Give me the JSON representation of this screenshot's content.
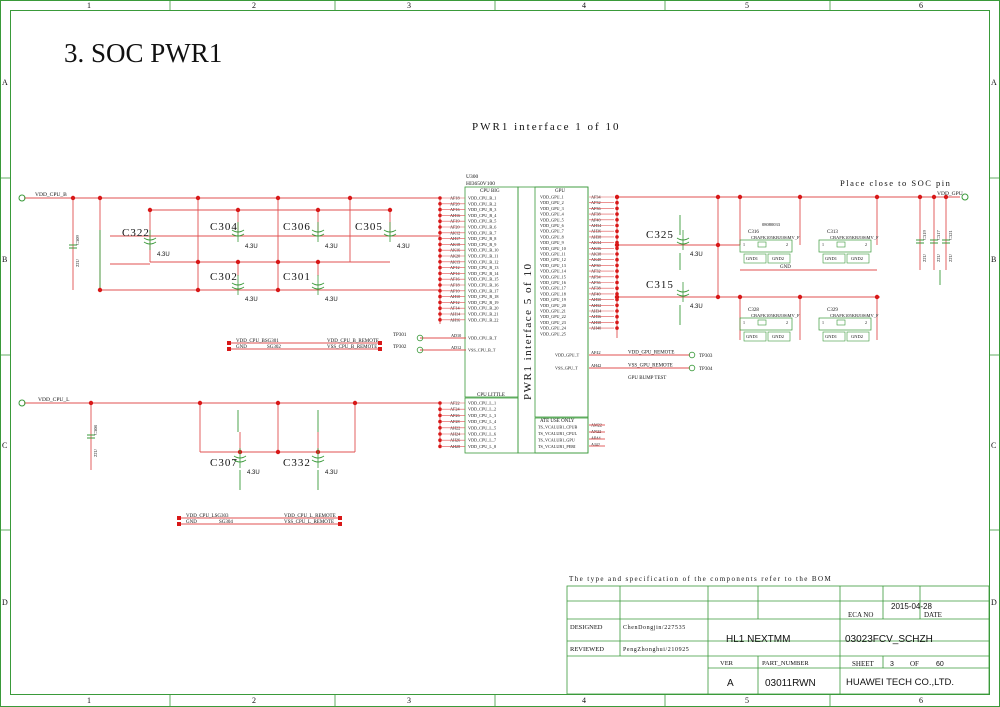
{
  "sheet": {
    "title": "3. SOC PWR1",
    "subtitle": "PWR1 interface 1 of 10",
    "note_place": "Place close to SOC pin",
    "col_labels": [
      "1",
      "2",
      "3",
      "4",
      "5",
      "6"
    ],
    "row_labels": [
      "A",
      "B",
      "C",
      "D"
    ]
  },
  "nets": {
    "vdd_cpu_b": "VDD_CPU_B",
    "vdd_cpu_l": "VDD_CPU_L",
    "vdd_gpu": "VDD_GPU",
    "gnd": "GND"
  },
  "chip": {
    "ref": "U300",
    "part": "HI3650V100",
    "interface_label": "PWR1 interface 5 of 10",
    "block_cpu_big": "CPU BIG",
    "block_gpu": "GPU",
    "block_cpu_little": "CPU LITTLE",
    "block_ate": "ATE USE ONLY",
    "cpu_b_pins": [
      "AF18",
      "AF20",
      "AF16",
      "AH16",
      "AF19",
      "AF20",
      "AK12",
      "AH17",
      "AK18",
      "AK16",
      "AK20",
      "AK13",
      "AF12",
      "AF14",
      "AF16",
      "AF18",
      "AF10",
      "AH10",
      "AF12",
      "AF14",
      "AH14",
      "AH16"
    ],
    "cpu_b_nets": [
      "VDD_CPU_B_1",
      "VDD_CPU_B_2",
      "VDD_CPU_B_3",
      "VDD_CPU_B_4",
      "VDD_CPU_B_5",
      "VDD_CPU_B_6",
      "VDD_CPU_B_7",
      "VDD_CPU_B_8",
      "VDD_CPU_B_9",
      "VDD_CPU_B_10",
      "VDD_CPU_B_11",
      "VDD_CPU_B_12",
      "VDD_CPU_B_13",
      "VDD_CPU_B_14",
      "VDD_CPU_B_15",
      "VDD_CPU_B_16",
      "VDD_CPU_B_17",
      "VDD_CPU_B_18",
      "VDD_CPU_B_19",
      "VDD_CPU_B_20",
      "VDD_CPU_B_21",
      "VDD_CPU_B_22"
    ],
    "cpu_b_sense": [
      {
        "pin": "AD10",
        "net": "VDD_CPU_B_T"
      },
      {
        "pin": "AD12",
        "net": "VSS_CPU_B_T"
      }
    ],
    "gpu_pins": [
      "AF34",
      "AF32",
      "AF36",
      "AF38",
      "AF40",
      "AH34",
      "AH36",
      "AH38",
      "AK34",
      "AK36",
      "AK38",
      "AK40",
      "AF30",
      "AF32",
      "AF34",
      "AF36",
      "AF38",
      "AF40",
      "AH30",
      "AH32",
      "AH34",
      "AH36",
      "AH38",
      "AH40"
    ],
    "gpu_nets": [
      "VDD_GPU_1",
      "VDD_GPU_2",
      "VDD_GPU_3",
      "VDD_GPU_4",
      "VDD_GPU_5",
      "VDD_GPU_6",
      "VDD_GPU_7",
      "VDD_GPU_8",
      "VDD_GPU_9",
      "VDD_GPU_10",
      "VDD_GPU_11",
      "VDD_GPU_12",
      "VDD_GPU_13",
      "VDD_GPU_14",
      "VDD_GPU_15",
      "VDD_GPU_16",
      "VDD_GPU_17",
      "VDD_GPU_18",
      "VDD_GPU_19",
      "VDD_GPU_20",
      "VDD_GPU_21",
      "VDD_GPU_22",
      "VDD_GPU_23",
      "VDD_GPU_24",
      "VDD_GPU_25"
    ],
    "gpu_sense": [
      {
        "pin": "AF42",
        "net": "VDD_GPU_T"
      },
      {
        "pin": "AH42",
        "net": "VSS_GPU_T"
      }
    ],
    "cpu_l_pins": [
      "AF22",
      "AF24",
      "AF26",
      "AF28",
      "AH22",
      "AH24",
      "AH26",
      "AH28"
    ],
    "cpu_l_nets": [
      "VDD_CPU_L_1",
      "VDD_CPU_L_2",
      "VDD_CPU_L_3",
      "VDD_CPU_L_4",
      "VDD_CPU_L_5",
      "VDD_CPU_L_6",
      "VDD_CPU_L_7",
      "VDD_CPU_L_8"
    ],
    "ate_pins": [
      "AM22",
      "AN22",
      "AP44",
      "AJ42"
    ],
    "ate_nets": [
      "TS_VCALUB1_CPUB",
      "TS_VCALUB1_CPUL",
      "TS_VCALUB1_GPU",
      "TS_VCALUB1_PERI"
    ]
  },
  "caps": [
    {
      "ref": "C322",
      "val": "4.3U"
    },
    {
      "ref": "C304",
      "val": "4.3U"
    },
    {
      "ref": "C306",
      "val": "4.3U"
    },
    {
      "ref": "C305",
      "val": "4.3U"
    },
    {
      "ref": "C302",
      "val": "4.3U"
    },
    {
      "ref": "C301",
      "val": "4.3U"
    },
    {
      "ref": "C325",
      "val": "4.3U"
    },
    {
      "ref": "C315",
      "val": "4.3U"
    },
    {
      "ref": "C307",
      "val": "4.3U"
    },
    {
      "ref": "C332",
      "val": "4.3U"
    }
  ],
  "small_caps": [
    {
      "ref": "C309",
      "val": "22U"
    },
    {
      "ref": "C308",
      "val": "22U"
    },
    {
      "ref": "C319",
      "val": "22U"
    },
    {
      "ref": "C317",
      "val": "22U"
    },
    {
      "ref": "C321",
      "val": "22U"
    }
  ],
  "sensors": [
    {
      "ref": "C316",
      "part": "CBAFK105KBJ106MV_F"
    },
    {
      "ref": "C313",
      "part": "CBAFK105KBJ106MV_F"
    },
    {
      "ref": "C328",
      "part": "CBAFK105KBJ106MV_F"
    },
    {
      "ref": "C329",
      "part": "CBAFK105KBJ106MV_F"
    }
  ],
  "misc_labels": {
    "code": "08080033",
    "gnd1": "GND1",
    "gnd2": "GND2",
    "gpu_bump_test": "GPU BUMP TEST"
  },
  "test_points": [
    {
      "ref": "TP301",
      "net": "VDD_CPU_B_T"
    },
    {
      "ref": "TP302",
      "net": "VSS_CPU_B_T"
    },
    {
      "ref": "TP303",
      "net": "VDD_GPU_REMOTE"
    },
    {
      "ref": "TP304",
      "net": "VSS_GPU_REMOTE"
    }
  ],
  "remote_b": {
    "l1": "VDD_CPU_BSG301",
    "l2": "GND",
    "sg": "SG302",
    "r1": "VDD_CPU_B_REMOTE",
    "r2": "VSS_CPU_B_REMOTE"
  },
  "remote_l": {
    "l1": "VDD_CPU_LSG303",
    "l2": "GND",
    "sg": "SG304",
    "r1": "VDD_CPU_L_REMOTE",
    "r2": "VSS_CPU_L_REMOTE"
  },
  "title_block": {
    "note": "The type and specification of the components refer to the BOM",
    "date": "2015-04-28",
    "eca_no": "ECA NO",
    "date_label": "DATE",
    "designed_label": "DESIGNED",
    "designed_by": "ChenDongjin/227535",
    "reviewed_label": "REVIEWED",
    "reviewed_by": "PengZhonghui/210925",
    "project": "HL1 NEXTMM",
    "drawing_no": "03023FCV_SCHZH",
    "ver_label": "VER",
    "ver": "A",
    "part_label": "PART_NUMBER",
    "part_no": "03011RWN",
    "sheet_label": "SHEET",
    "sheet": "3",
    "of_label": "OF",
    "total": "60",
    "company": "HUAWEI TECH CO.,LTD."
  }
}
